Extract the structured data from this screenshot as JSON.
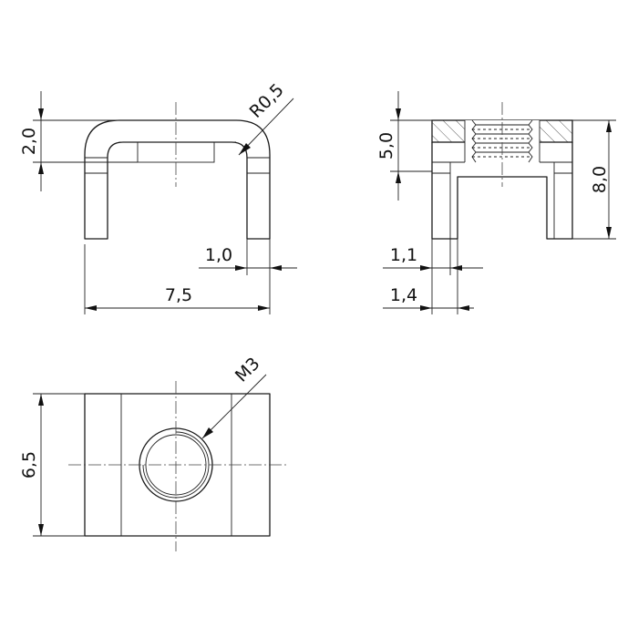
{
  "dimensions": {
    "front_top_height": "2,0",
    "front_radius": "R0,5",
    "front_leg_width": "1,0",
    "front_total_width": "7,5",
    "side_upper_height": "5,0",
    "side_total_height": "8,0",
    "side_leg_width_1": "1,1",
    "side_leg_width_2": "1,4",
    "top_height": "6,5",
    "top_thread": "M3"
  },
  "colors": {
    "line": "#1a1a1a",
    "text": "#111111"
  }
}
